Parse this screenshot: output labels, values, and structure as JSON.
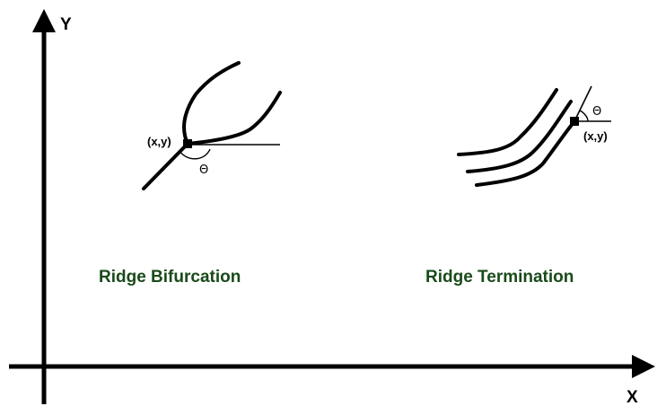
{
  "axes": {
    "x_label": "X",
    "y_label": "Y"
  },
  "bifurcation": {
    "caption": "Ridge Bifurcation",
    "point_label": "(x,y)",
    "angle_label": "Θ"
  },
  "termination": {
    "caption": "Ridge Termination",
    "point_label": "(x,y)",
    "angle_label": "Θ"
  },
  "colors": {
    "caption": "#1a4a1a",
    "line": "#000000"
  }
}
